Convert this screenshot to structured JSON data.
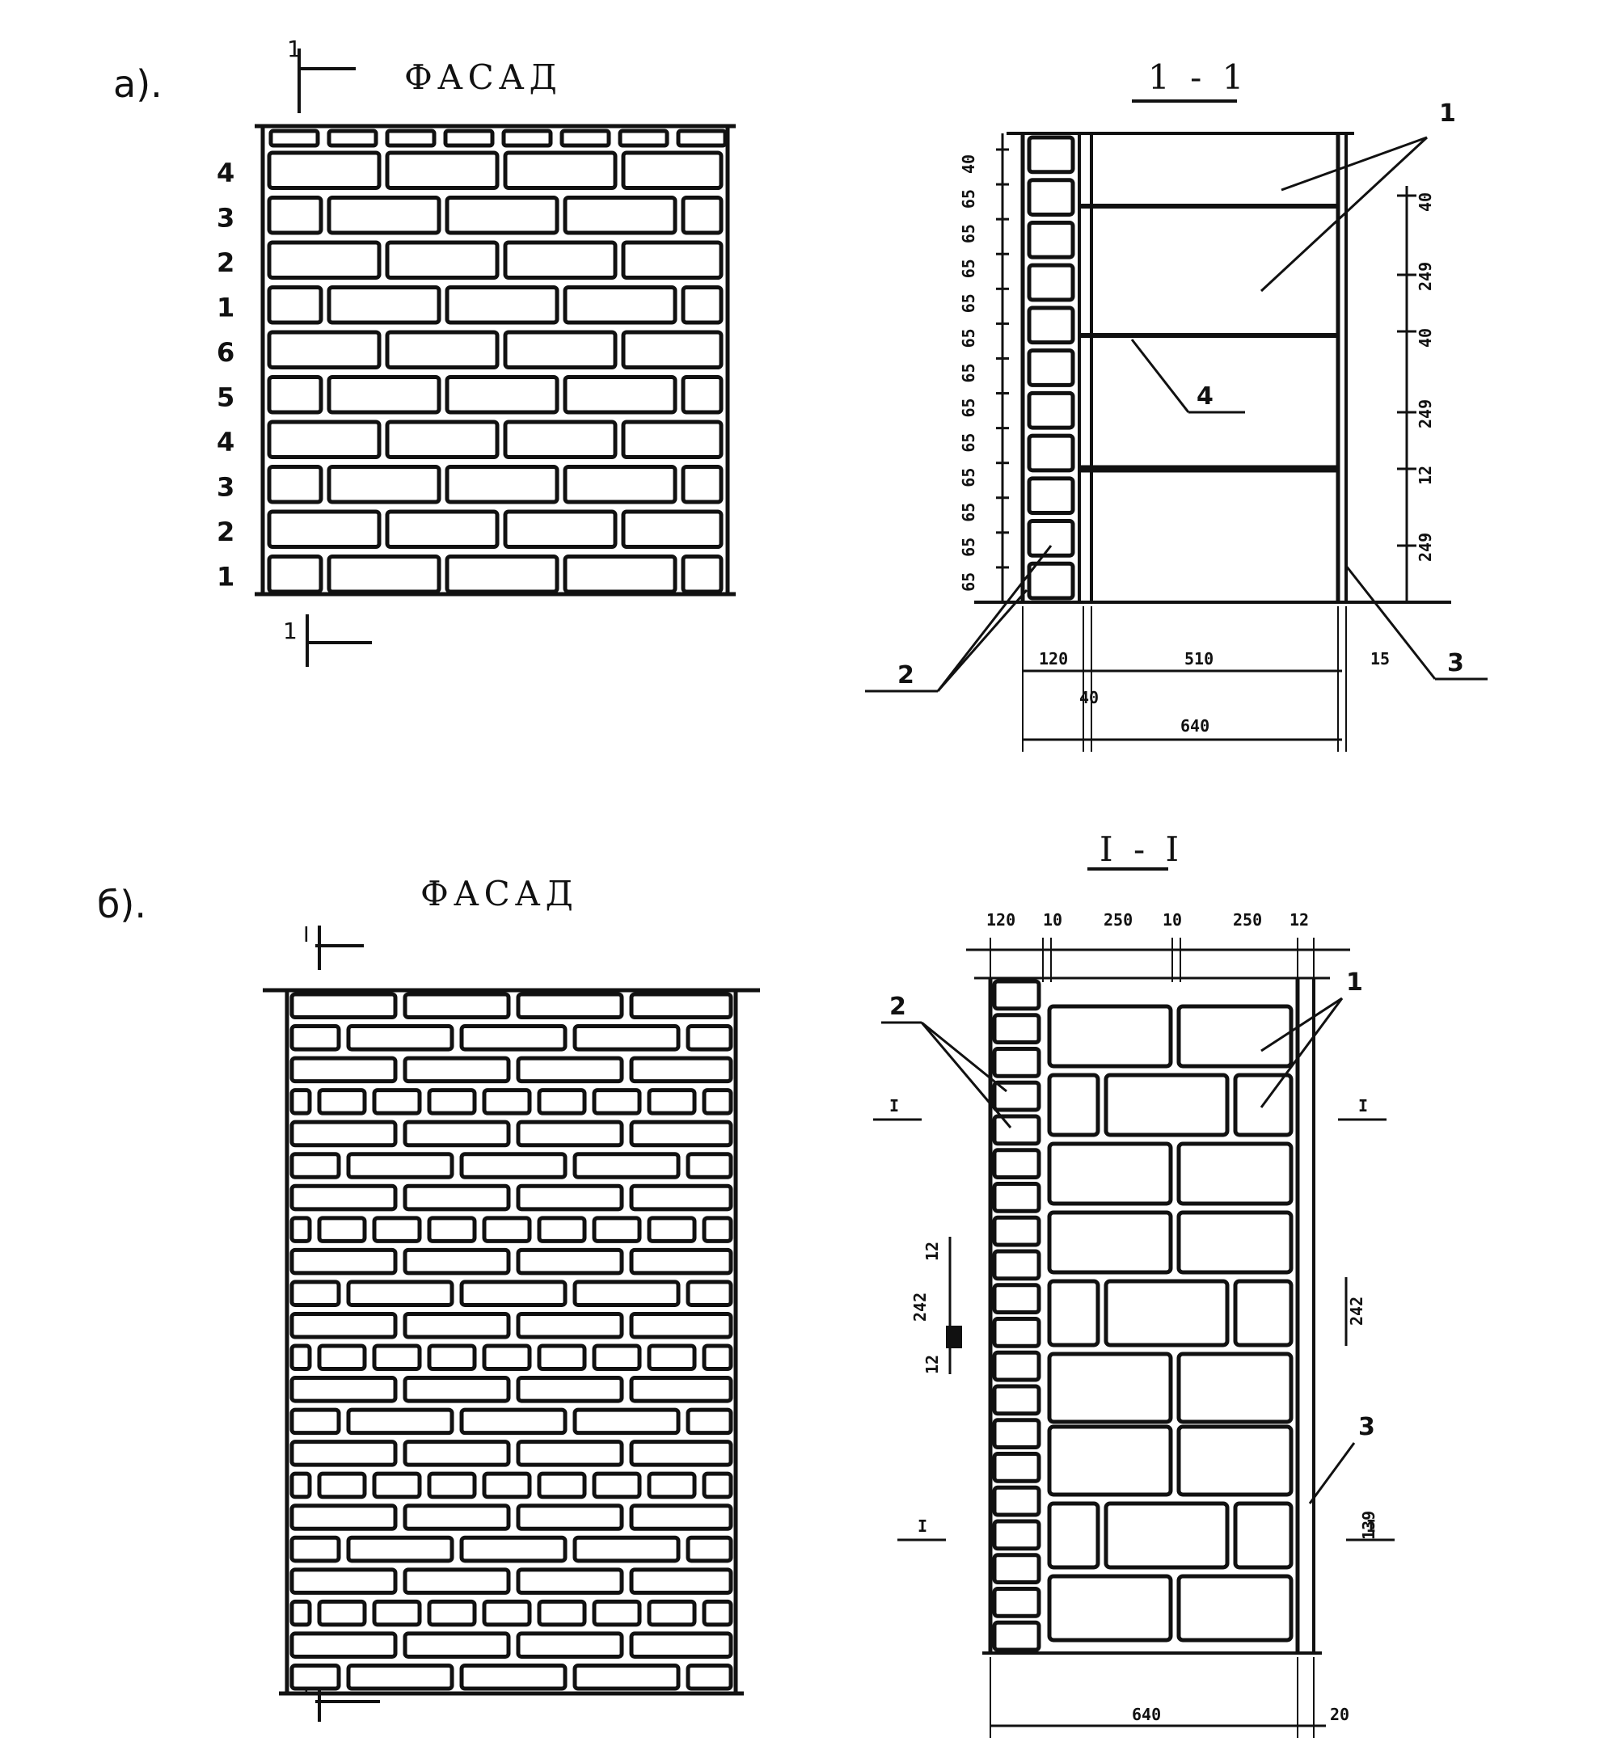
{
  "fig_a": {
    "label": "а).",
    "facade_title": "ФАСАД",
    "section_mark": "1",
    "section_title": "1 - 1",
    "course_numbers": [
      "4",
      "3",
      "2",
      "1",
      "6",
      "5",
      "4",
      "3",
      "2",
      "1"
    ],
    "left_dims": [
      "40",
      "65",
      "65",
      "65",
      "65",
      "65",
      "65",
      "65",
      "65",
      "65",
      "65",
      "65",
      "65"
    ],
    "right_dims": [
      "40",
      "249",
      "40",
      "249",
      "12",
      "249"
    ],
    "bottom_dims": {
      "brick": "120",
      "air_gap": "40",
      "insulation": "510",
      "plaster": "15",
      "total": "640"
    },
    "callouts": [
      "1",
      "2",
      "3",
      "4"
    ]
  },
  "fig_b": {
    "label": "б).",
    "facade_title": "ФАСАД",
    "section_mark": "I",
    "section_title": "I - I",
    "top_dims": [
      "120",
      "10",
      "250",
      "10",
      "250",
      "12"
    ],
    "left_dims": [
      "12",
      "242",
      "12"
    ],
    "right_dims": [
      "242",
      "139"
    ],
    "side_marks": [
      "I",
      "I",
      "I",
      "I"
    ],
    "bottom_dims": [
      "640",
      "20"
    ],
    "callouts": [
      "2",
      "1",
      "3"
    ]
  }
}
